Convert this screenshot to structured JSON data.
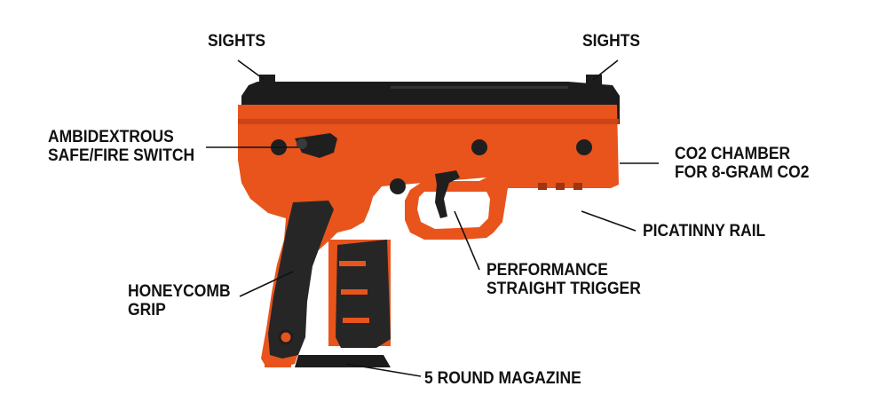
{
  "callouts": {
    "sights_left": "SIGHTS",
    "sights_right": "SIGHTS",
    "safe_switch": [
      "AMBIDEXTROUS",
      "SAFE/FIRE SWITCH"
    ],
    "co2_chamber": [
      "CO2 CHAMBER",
      "FOR 8-GRAM CO2"
    ],
    "picatinny_rail": "PICATINNY RAIL",
    "trigger": [
      "PERFORMANCE",
      "STRAIGHT TRIGGER"
    ],
    "grip": [
      "HONEYCOMB",
      "GRIP"
    ],
    "magazine": "5 ROUND MAGAZINE"
  },
  "colors": {
    "frame_orange": "#E8541C",
    "frame_shadow": "#C9441A",
    "slide_black": "#1C1C1C",
    "grip_panel": "#262626",
    "leader_line": "#111111",
    "text": "#111111"
  },
  "icons": [
    "pistol-illustration"
  ]
}
